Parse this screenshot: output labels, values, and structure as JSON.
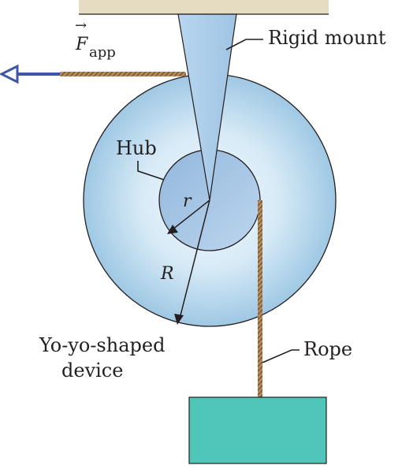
{
  "labels": {
    "force_symbol": "F",
    "force_subscript": "app",
    "rigid_mount": "Rigid mount",
    "hub": "Hub",
    "r": "r",
    "R": "R",
    "yoyo_line1": "Yo-yo-shaped",
    "yoyo_line2": "device",
    "rope": "Rope"
  },
  "colors": {
    "ceiling": "#e6dcc2",
    "mount": "#a9cbe7",
    "wheel_outer": "#a9cde8",
    "wheel_center": "#e8f4fb",
    "hub": "#a3c4e3",
    "rope": "#b58a5a",
    "arrow": "#3d56a6",
    "block": "#4fc6b8",
    "line": "#231f20"
  },
  "icons": {
    "force_arrow": "arrow-left-icon"
  }
}
